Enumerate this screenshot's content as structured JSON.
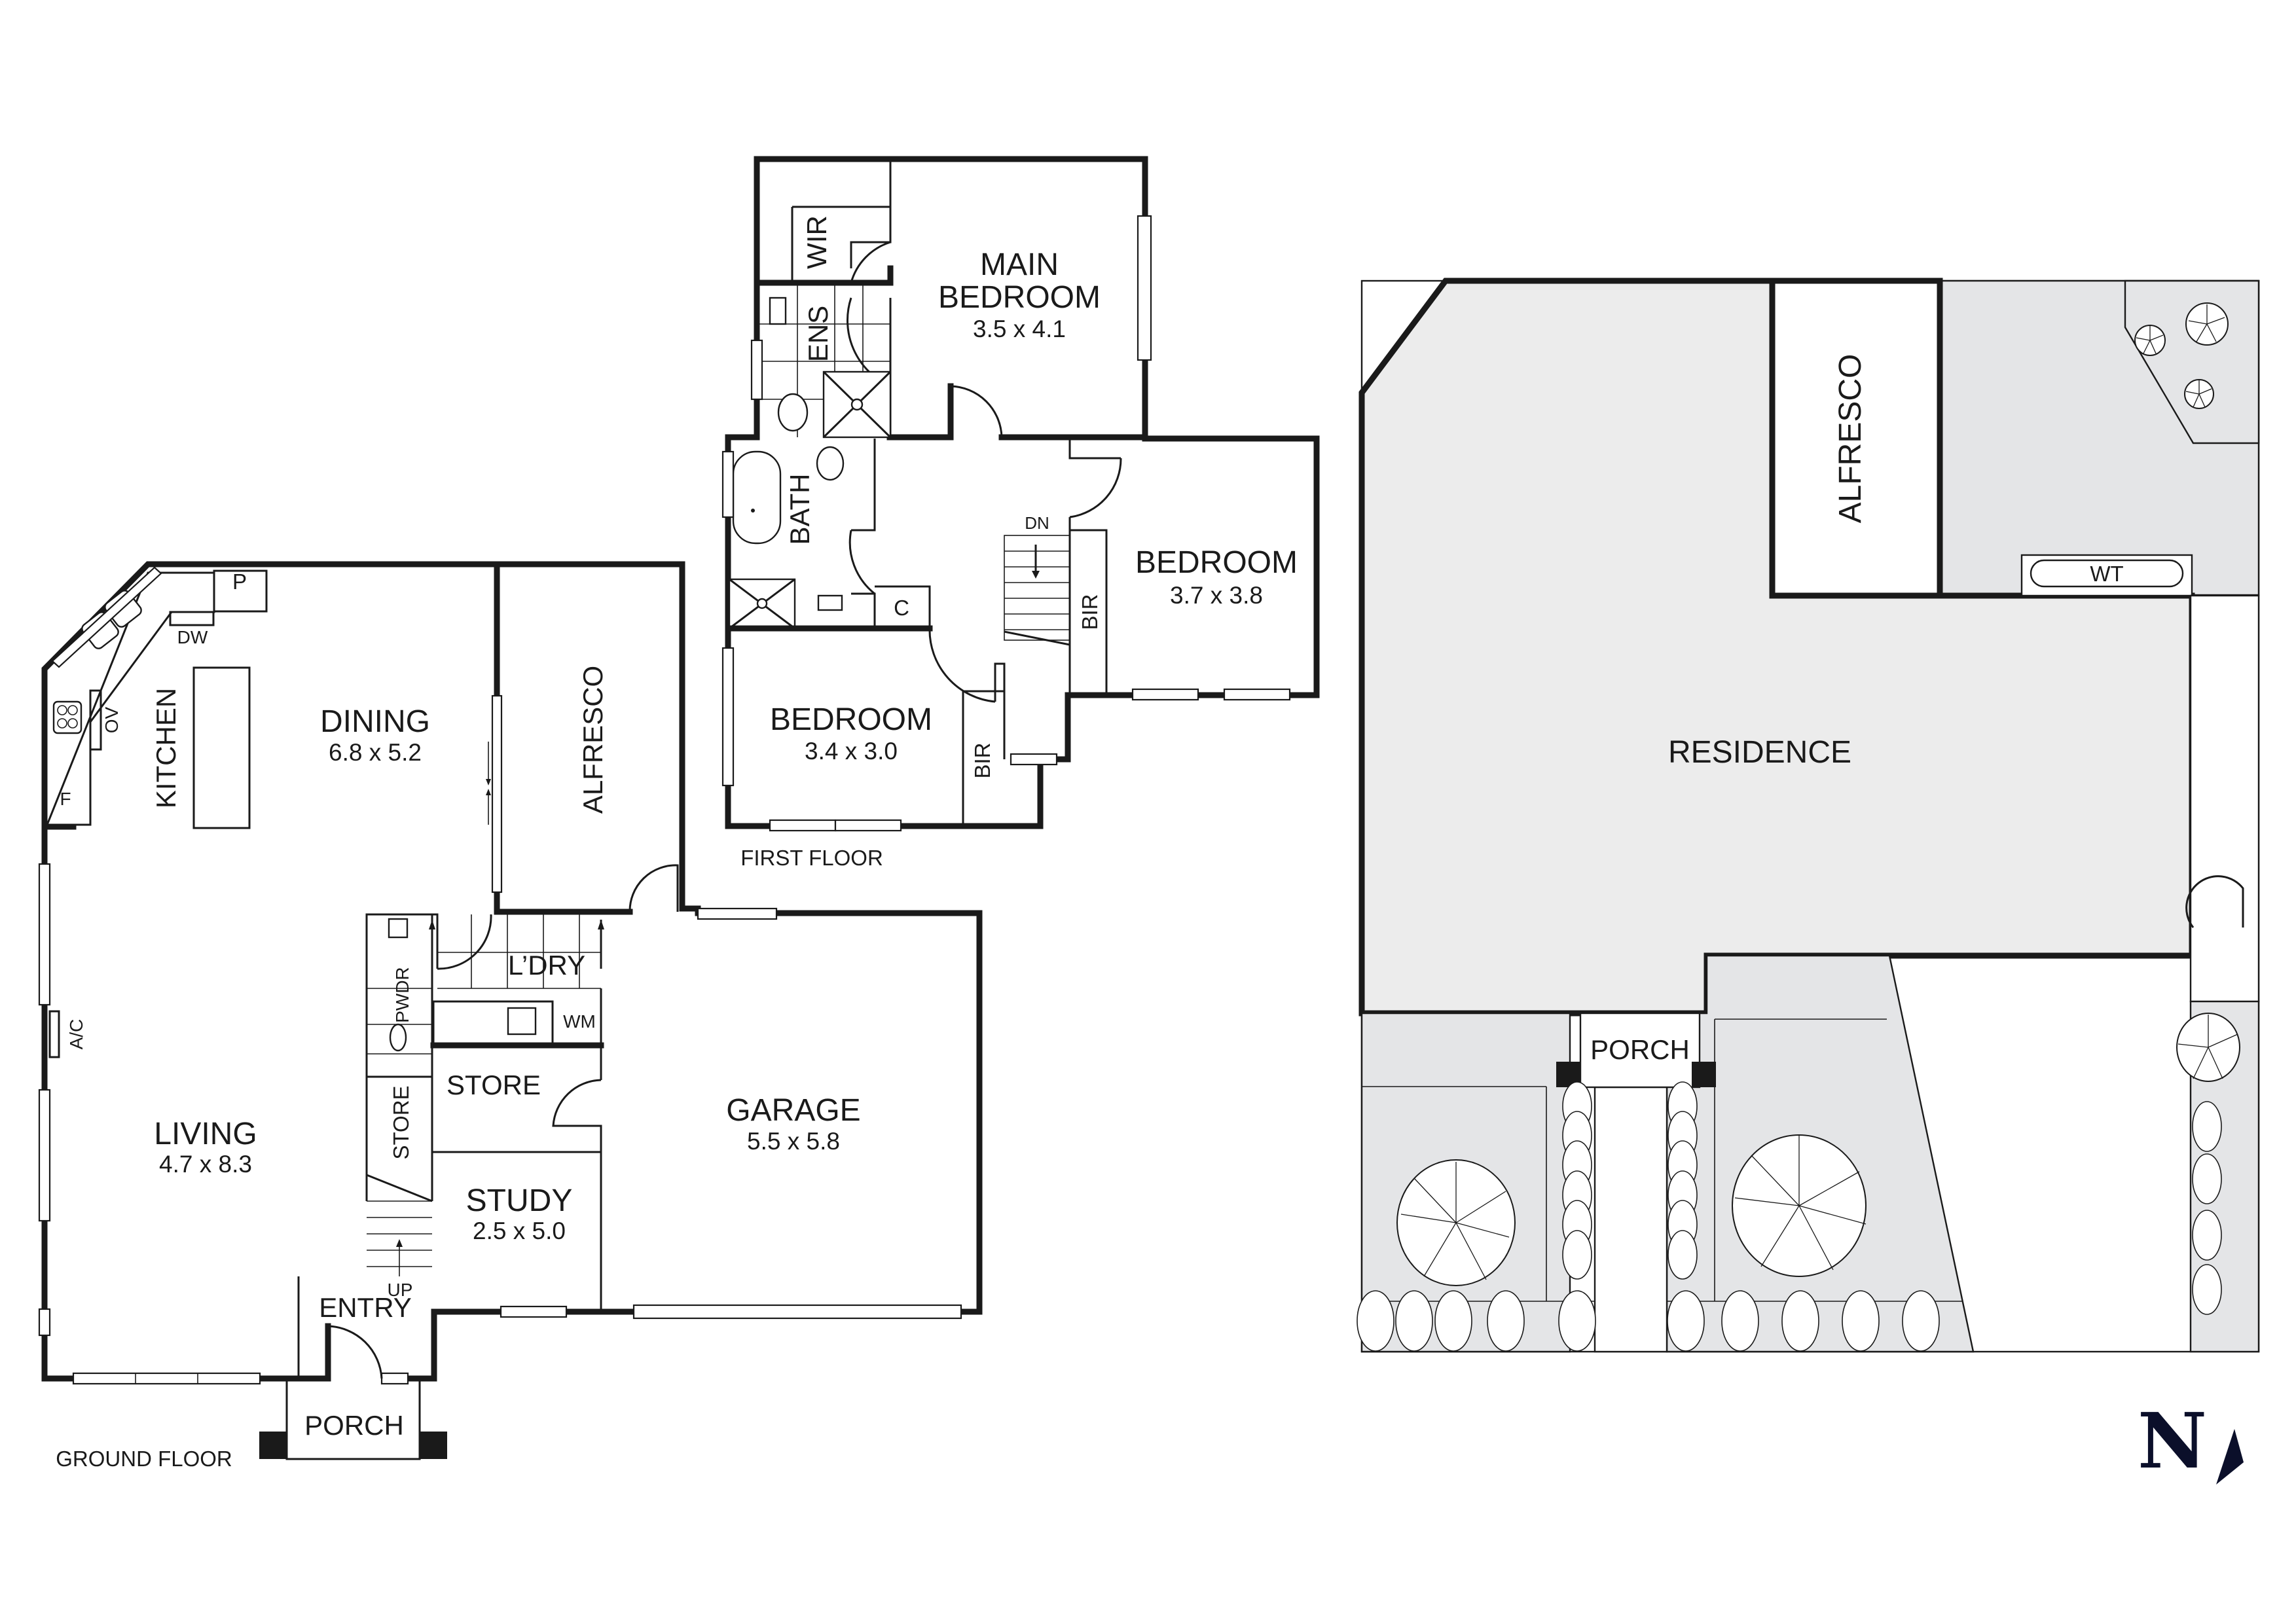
{
  "ground_floor": {
    "caption": "GROUND FLOOR",
    "rooms": {
      "kitchen": {
        "name": "KITCHEN"
      },
      "dining": {
        "name": "DINING",
        "size": "6.8 x 5.2"
      },
      "alfresco": {
        "name": "ALFRESCO"
      },
      "living": {
        "name": "LIVING",
        "size": "4.7 x 8.3"
      },
      "laundry": {
        "name": "L’DRY"
      },
      "powder": {
        "name": "PWDR"
      },
      "store_hall": {
        "name": "STORE"
      },
      "store_under_stair": {
        "name": "STORE"
      },
      "study": {
        "name": "STUDY",
        "size": "2.5 x 5.0"
      },
      "garage": {
        "name": "GARAGE",
        "size": "5.5 x 5.8"
      },
      "entry": {
        "name": "ENTRY"
      },
      "porch": {
        "name": "PORCH"
      }
    },
    "fixtures": {
      "pantry": "P",
      "dishwasher": "DW",
      "oven": "OV",
      "fridge": "F",
      "air_conditioner": "A/C",
      "washing_machine": "WM",
      "stairs": "UP"
    }
  },
  "first_floor": {
    "caption": "FIRST FLOOR",
    "rooms": {
      "main_bedroom": {
        "name_line1": "MAIN",
        "name_line2": "BEDROOM",
        "size": "3.5 x 4.1"
      },
      "walk_in_robe": {
        "name": "WIR"
      },
      "ensuite": {
        "name": "ENS"
      },
      "bath": {
        "name": "BATH"
      },
      "bedroom_east": {
        "name": "BEDROOM",
        "size": "3.7 x 3.8"
      },
      "bedroom_south": {
        "name": "BEDROOM",
        "size": "3.4 x 3.0"
      },
      "bir_east": {
        "name": "BIR"
      },
      "bir_south": {
        "name": "BIR"
      },
      "cupboard": {
        "name": "C"
      }
    },
    "fixtures": {
      "stairs": "DN"
    }
  },
  "site_plan": {
    "residence": "RESIDENCE",
    "alfresco": "ALFRESCO",
    "water_tank": "WT",
    "porch": "PORCH"
  },
  "north_arrow": {
    "label": "N"
  },
  "colors": {
    "wall": "#1a1a1a",
    "yard_fill": "#e4e5e7",
    "residence_fill": "#ececec",
    "north": "#0b0f2a"
  }
}
